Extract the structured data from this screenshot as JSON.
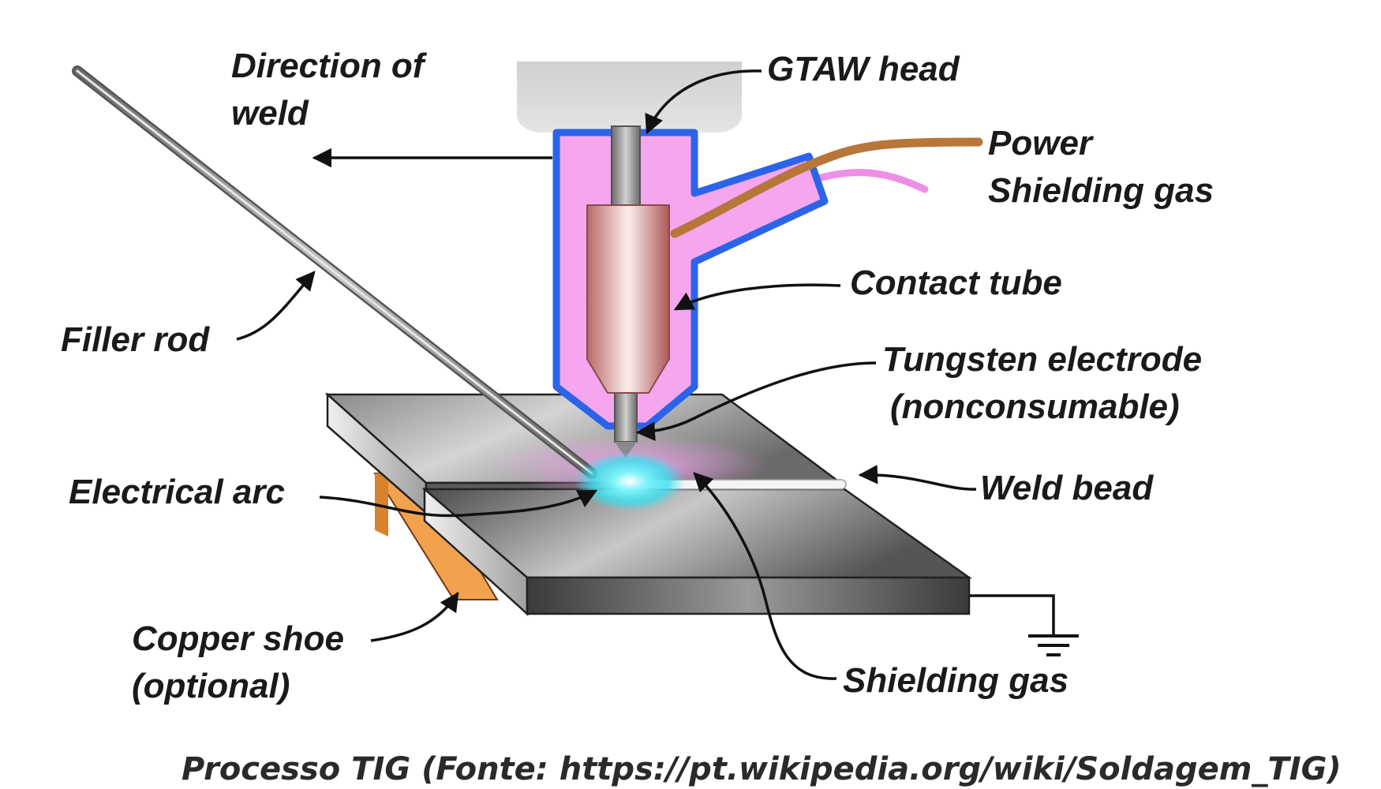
{
  "labels": {
    "direction_line1": "Direction of",
    "direction_line2": "weld",
    "gtaw_head": "GTAW head",
    "power": "Power",
    "shielding_gas_top": "Shielding gas",
    "contact_tube": "Contact tube",
    "tungsten_line1": "Tungsten electrode",
    "tungsten_line2": "(nonconsumable)",
    "filler_rod": "Filler rod",
    "electrical_arc": "Electrical arc",
    "weld_bead": "Weld bead",
    "copper_shoe_line1": "Copper shoe",
    "copper_shoe_line2": "(optional)",
    "shielding_gas_bottom": "Shielding gas"
  },
  "caption": "Processo TIG (Fonte: https://pt.wikipedia.org/wiki/Soldagem_TIG)",
  "colors": {
    "torch_body": "#f5a6ef",
    "torch_outline": "#2b64e8",
    "gtaw_head": "#dcdcdc",
    "power_cable": "#b8763a",
    "gas_hose": "#ee8ee6",
    "copper_shoe": "#f2a14e",
    "arc_glow": "#38e6f0",
    "workpiece": "#6e6e6e"
  }
}
